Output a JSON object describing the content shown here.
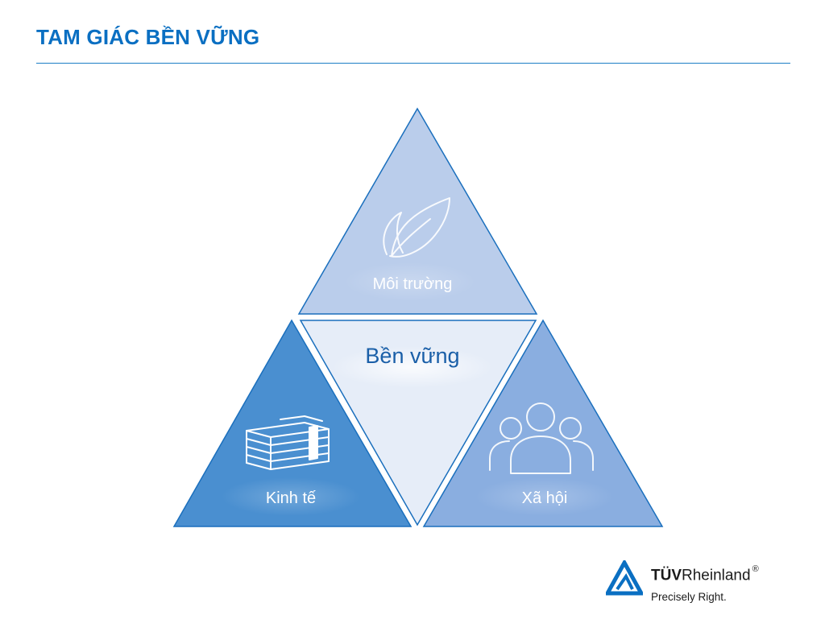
{
  "header": {
    "title": "TAM GIÁC BỀN VỮNG"
  },
  "diagram": {
    "center_label": "Bền vững",
    "sections": [
      {
        "id": "environment",
        "label": "Môi trường",
        "icon": "leaf-icon",
        "color": "#bacdeb"
      },
      {
        "id": "economy",
        "label": "Kinh tế",
        "icon": "money-stack-icon",
        "color": "#4a8fd0"
      },
      {
        "id": "society",
        "label": "Xã hội",
        "icon": "people-icon",
        "color": "#8aaee0"
      }
    ],
    "center_color": "#e6edf8",
    "outline_color": "#1a6fbd"
  },
  "logo": {
    "brand_bold": "TÜV",
    "brand_rest": "Rheinland",
    "registered": "®",
    "tagline": "Precisely Right.",
    "color": "#0a6fc2"
  }
}
